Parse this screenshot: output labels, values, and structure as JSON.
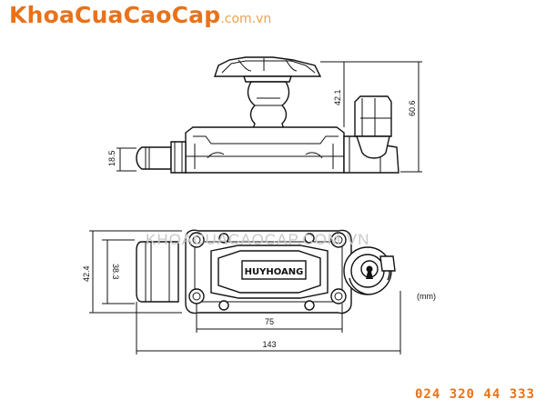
{
  "header": {
    "brand_main": "KhoaCuaCaoCap",
    "brand_suffix": ".com.vn"
  },
  "watermark": "KHOACUACAOCAP.COM.VN",
  "product": {
    "engraving": "HUYHOANG"
  },
  "dimensions": {
    "unit_label": "(mm)",
    "side_base_height": "18.5",
    "side_knob_height": "42.1",
    "side_total_height": "60.6",
    "front_inner_height": "38.3",
    "front_outer_height": "42.4",
    "front_body_width": "75",
    "front_total_width": "143"
  },
  "footer": {
    "hotline": "024 320 44 333"
  },
  "colors": {
    "brand_orange": "#e8721a",
    "line": "#111111"
  }
}
